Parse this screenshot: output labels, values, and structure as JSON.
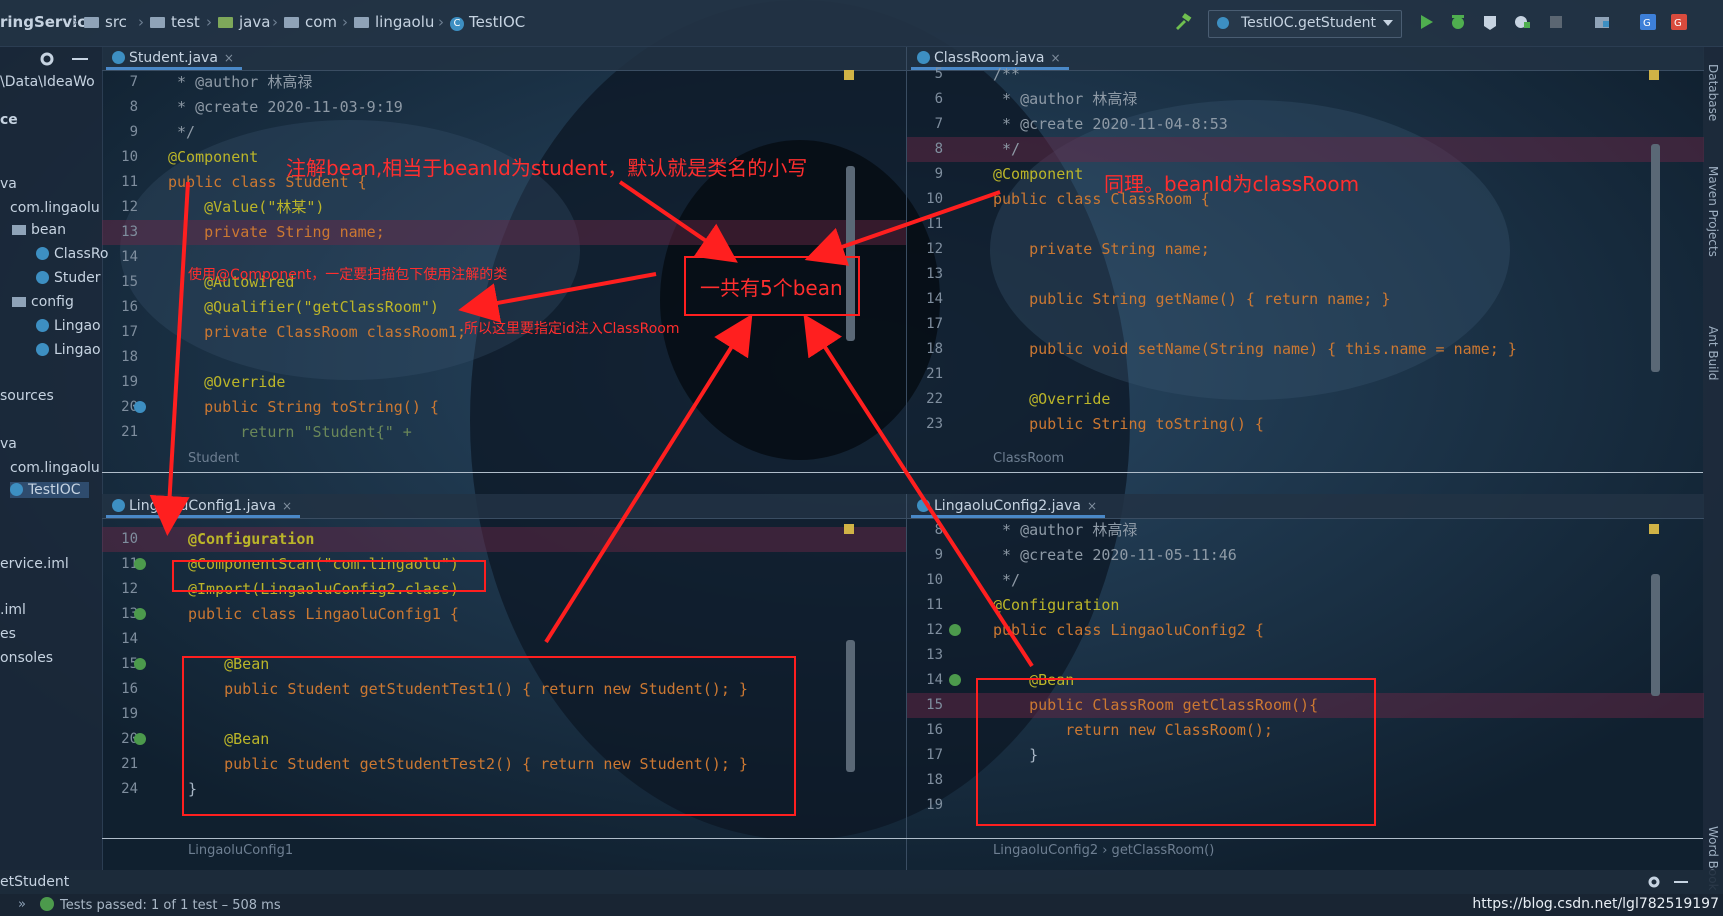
{
  "breadcrumb": [
    "ringService",
    "src",
    "test",
    "java",
    "com",
    "lingaolu",
    "TestIOC"
  ],
  "run_config": "TestIOC.getStudent",
  "left_panel": {
    "items": [
      "\\Data\\IdeaWo",
      "ce",
      "va",
      "com.lingaolu",
      "bean",
      "ClassRo",
      "Studer",
      "config",
      "Lingao",
      "Lingao",
      "sources",
      "va",
      "com.lingaolu",
      "TestIOC",
      "ervice.iml",
      ".iml",
      "es",
      "onsoles"
    ]
  },
  "right_strip": [
    "Database",
    "Maven Projects",
    "Ant Build",
    "Word Book"
  ],
  "panes": {
    "student": {
      "tab": "Student.java",
      "footer": "Student",
      "lines": [
        {
          "n": "7",
          "t": " * @author 林高禄"
        },
        {
          "n": "8",
          "t": " * @create 2020-11-03-9:19"
        },
        {
          "n": "9",
          "t": " */"
        },
        {
          "n": "10",
          "t": "@Component"
        },
        {
          "n": "11",
          "t": "public class Student {"
        },
        {
          "n": "12",
          "t": "    @Value(\"林某\")"
        },
        {
          "n": "13",
          "t": "    private String name;"
        },
        {
          "n": "14",
          "t": ""
        },
        {
          "n": "15",
          "t": "    @Autowired"
        },
        {
          "n": "16",
          "t": "    @Qualifier(\"getClassRoom\")"
        },
        {
          "n": "17",
          "t": "    private ClassRoom classRoom1;"
        },
        {
          "n": "18",
          "t": ""
        },
        {
          "n": "19",
          "t": "    @Override"
        },
        {
          "n": "20",
          "t": "    public String toString() {"
        },
        {
          "n": "21",
          "t": "        return \"Student{\" +"
        }
      ]
    },
    "classroom": {
      "tab": "ClassRoom.java",
      "footer": "ClassRoom",
      "lines": [
        {
          "n": "5",
          "t": "/**"
        },
        {
          "n": "6",
          "t": " * @author 林高禄"
        },
        {
          "n": "7",
          "t": " * @create 2020-11-04-8:53"
        },
        {
          "n": "8",
          "t": " */"
        },
        {
          "n": "9",
          "t": "@Component"
        },
        {
          "n": "10",
          "t": "public class ClassRoom {"
        },
        {
          "n": "11",
          "t": ""
        },
        {
          "n": "12",
          "t": "    private String name;"
        },
        {
          "n": "13",
          "t": ""
        },
        {
          "n": "14",
          "t": "    public String getName() { return name; }"
        },
        {
          "n": "17",
          "t": ""
        },
        {
          "n": "18",
          "t": "    public void setName(String name) { this.name = name; }"
        },
        {
          "n": "21",
          "t": ""
        },
        {
          "n": "22",
          "t": "    @Override"
        },
        {
          "n": "23",
          "t": "    public String toString() {"
        }
      ]
    },
    "config1": {
      "tab": "LingaoluConfig1.java",
      "footer": "LingaoluConfig1",
      "lines": [
        {
          "n": "10",
          "t": "@Configuration"
        },
        {
          "n": "11",
          "t": "@ComponentScan(\"com.lingaolu\")"
        },
        {
          "n": "12",
          "t": "@Import(LingaoluConfig2.class)"
        },
        {
          "n": "13",
          "t": "public class LingaoluConfig1 {"
        },
        {
          "n": "14",
          "t": ""
        },
        {
          "n": "15",
          "t": "    @Bean"
        },
        {
          "n": "16",
          "t": "    public Student getStudentTest1() { return new Student(); }"
        },
        {
          "n": "19",
          "t": ""
        },
        {
          "n": "20",
          "t": "    @Bean"
        },
        {
          "n": "21",
          "t": "    public Student getStudentTest2() { return new Student(); }"
        },
        {
          "n": "24",
          "t": "}"
        }
      ]
    },
    "config2": {
      "tab": "LingaoluConfig2.java",
      "footer": "LingaoluConfig2 › getClassRoom()",
      "lines": [
        {
          "n": "8",
          "t": " * @author 林高禄"
        },
        {
          "n": "9",
          "t": " * @create 2020-11-05-11:46"
        },
        {
          "n": "10",
          "t": " */"
        },
        {
          "n": "11",
          "t": "@Configuration"
        },
        {
          "n": "12",
          "t": "public class LingaoluConfig2 {"
        },
        {
          "n": "13",
          "t": ""
        },
        {
          "n": "14",
          "t": "    @Bean"
        },
        {
          "n": "15",
          "t": "    public ClassRoom getClassRoom(){"
        },
        {
          "n": "16",
          "t": "        return new ClassRoom();"
        },
        {
          "n": "17",
          "t": "    }"
        },
        {
          "n": "18",
          "t": ""
        },
        {
          "n": "19",
          "t": ""
        }
      ]
    }
  },
  "annotations": {
    "a1": "注解bean,相当于beanId为student，默认就是类名的小写",
    "a2": "同理。beanId为classRoom",
    "a3": "一共有5个bean",
    "a4": "使用@Component，一定要扫描包下使用注解的类",
    "a5": "所以这里要指定id注入ClassRoom"
  },
  "run_tab": "etStudent",
  "status": "Tests passed: 1 of 1 test – 508 ms",
  "watermark": "https://blog.csdn.net/lgl782519197",
  "colors": {
    "annotation": "#ff1f1f",
    "keyword": "#cc7832",
    "annotation_code": "#bbb529",
    "string": "#6a8759"
  }
}
